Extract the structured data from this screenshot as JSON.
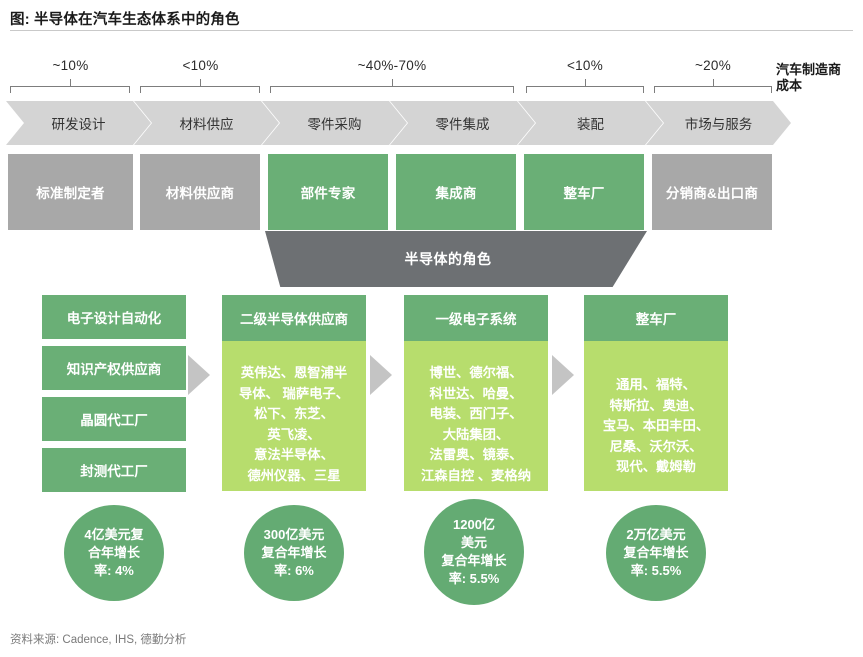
{
  "title": "图: 半导体在汽车生态体系中的角色",
  "oem_cost_label": "汽车制造商\n成本",
  "value_chain": {
    "stages": [
      {
        "name": "研发设计",
        "pct": "~10%"
      },
      {
        "name": "材料供应",
        "pct": "<10%"
      },
      {
        "name": "零件采购",
        "pct": "~40%-70%"
      },
      {
        "name": "零件集成",
        "pct": ""
      },
      {
        "name": "装配",
        "pct": "<10%"
      },
      {
        "name": "市场与服务",
        "pct": "~20%"
      }
    ]
  },
  "roles": [
    {
      "label": "标准制定者",
      "kind": "gray"
    },
    {
      "label": "材料供应商",
      "kind": "gray"
    },
    {
      "label": "部件专家",
      "kind": "green"
    },
    {
      "label": "集成商",
      "kind": "green"
    },
    {
      "label": "整车厂",
      "kind": "green"
    },
    {
      "label": "分销商&出口商",
      "kind": "gray"
    }
  ],
  "semiconductor_role_banner": "半导体的角色",
  "columns": [
    {
      "type": "stacked",
      "cells": [
        "电子设计自动化",
        "知识产权供应商",
        "晶圆代工厂",
        "封测代工厂"
      ],
      "metric": "4亿美元复\n合年增长\n率:  4%"
    },
    {
      "type": "headed",
      "header": "二级半导体供应商",
      "body": "英伟达、恩智浦半\n导体、 瑞萨电子、\n松下、东芝、\n英飞凌、\n意法半导体、\n德州仪器、三星",
      "metric": "300亿美元\n复合年增长\n率:  6%"
    },
    {
      "type": "headed",
      "header": "一级电子系统",
      "body": "博世、德尔福、\n科世达、哈曼、\n电装、西门子、\n大陆集团、\n法雷奥、镜泰、\n江森自控 、麦格纳",
      "metric": "1200亿\n美元\n复合年增长\n率:  5.5%"
    },
    {
      "type": "headed",
      "header": "整车厂",
      "body": "通用、福特、\n特斯拉、奥迪、\n宝马、本田丰田、\n尼桑、沃尔沃、\n现代、戴姆勒",
      "metric": "2万亿美元\n复合年增长\n率:  5.5%"
    }
  ],
  "source": "资料来源: Cadence, IHS, 德勤分析",
  "colors": {
    "green": "#6aaf76",
    "light_green": "#b7dd6d",
    "circle_green": "#64ab73",
    "gray_box": "#a8a8a8",
    "chevron_gray": "#d4d4d4",
    "banner_gray": "#6d7073",
    "arrow_gray": "#c4c4c4"
  }
}
